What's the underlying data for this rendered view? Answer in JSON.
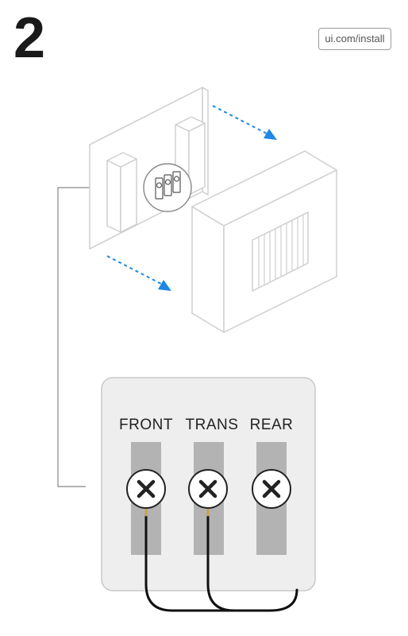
{
  "step": {
    "number": "2"
  },
  "link": {
    "text": "ui.com/install"
  },
  "terminals": {
    "front": "FRONT",
    "trans": "TRANS",
    "rear": "REAR"
  },
  "colors": {
    "arrow": "#1e88e5",
    "outline": "#cfcfcf",
    "panel": "#eeeeee",
    "strip": "#b3b3b3",
    "wire": "#111111",
    "leader": "#888888"
  }
}
